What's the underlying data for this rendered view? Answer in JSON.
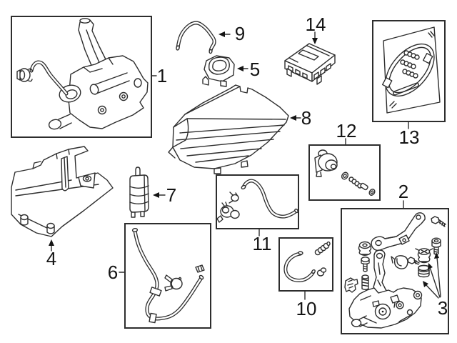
{
  "colors": {
    "background": "#ffffff",
    "line_art": "#2d2d2d",
    "label_text": "#141414"
  },
  "callouts": {
    "c1": "1",
    "c2": "2",
    "c3": "3",
    "c4": "4",
    "c5": "5",
    "c6": "6",
    "c7": "7",
    "c8": "8",
    "c9": "9",
    "c10": "10",
    "c11": "11",
    "c12": "12",
    "c13": "13",
    "c14": "14"
  }
}
